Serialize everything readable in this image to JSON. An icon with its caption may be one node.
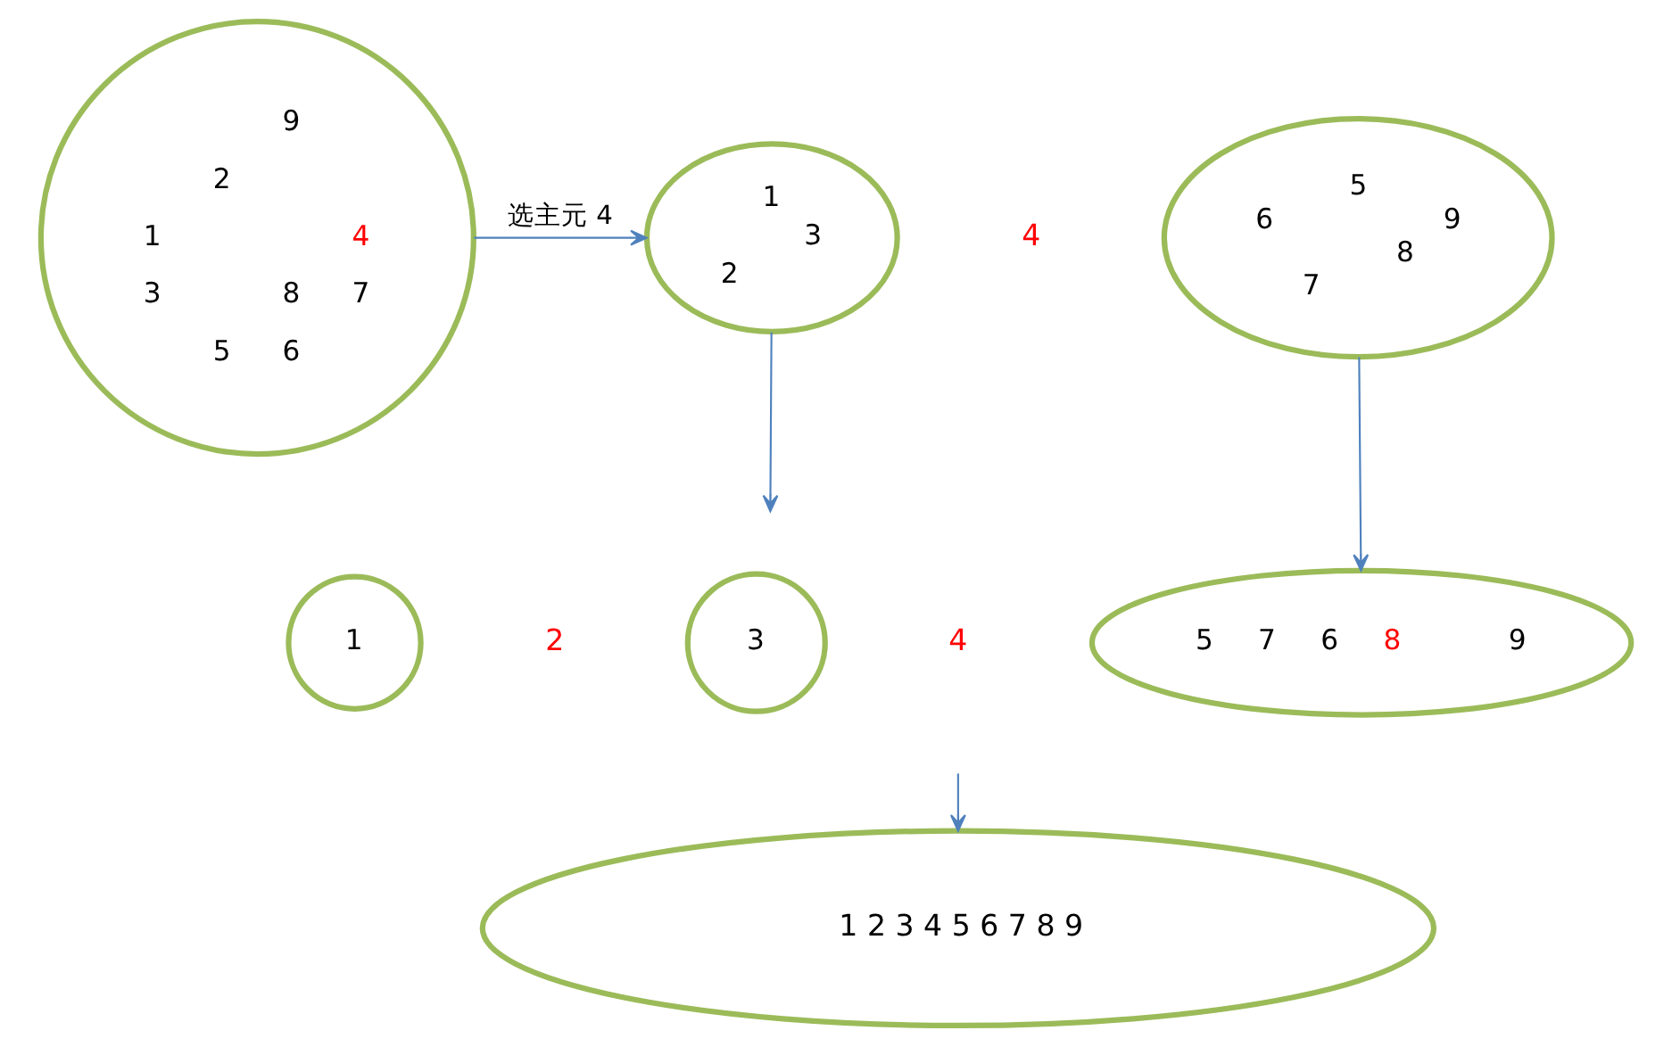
{
  "diagram": {
    "nodes": [
      {
        "text": [
          "9",
          "2",
          "1",
          "4",
          "3",
          "8",
          "7",
          "5",
          "6"
        ]
      },
      {
        "text": [
          "1",
          "3",
          "2"
        ]
      },
      {
        "text": [
          "5",
          "6",
          "9",
          "8",
          "7"
        ]
      },
      {
        "text": [
          "1"
        ]
      },
      {
        "text": [
          "3"
        ]
      },
      {
        "text": [
          "5",
          "7",
          "6",
          "8",
          "9"
        ]
      },
      {
        "text": [
          "1 2 3 4 5 6 7 8 9"
        ]
      }
    ],
    "edges": [
      {
        "from": 0,
        "to": 1,
        "arrow": "to",
        "label": "选主元 4"
      },
      {
        "from": 1,
        "to": null,
        "arrow": "to"
      },
      {
        "from": 2,
        "to": 5,
        "arrow": "to"
      },
      {
        "from": null,
        "to": 6,
        "arrow": "to"
      }
    ],
    "labels": [
      "4",
      "2",
      "4"
    ]
  }
}
